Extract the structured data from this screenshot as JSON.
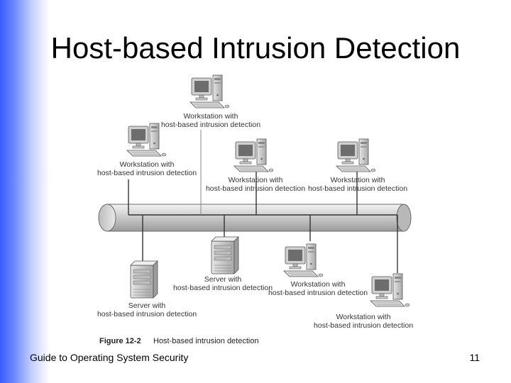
{
  "slide": {
    "title": "Host-based Intrusion Detection",
    "footer_left": "Guide to Operating System Security",
    "page_number": "11"
  },
  "figure": {
    "caption_number": "Figure 12-2",
    "caption_text": "Host-based intrusion detection",
    "nodes": [
      {
        "kind": "workstation",
        "line1": "Workstation with",
        "line2": "host-based intrusion detection"
      },
      {
        "kind": "workstation",
        "line1": "Workstation with",
        "line2": "host-based intrusion detection"
      },
      {
        "kind": "workstation",
        "line1": "Workstation with",
        "line2": "host-based intrusion detection"
      },
      {
        "kind": "workstation",
        "line1": "Workstation with",
        "line2": "host-based intrusion detection"
      },
      {
        "kind": "server",
        "line1": "Server with",
        "line2": "host-based intrusion detection"
      },
      {
        "kind": "server",
        "line1": "Server with",
        "line2": "host-based intrusion detection"
      },
      {
        "kind": "workstation",
        "line1": "Workstation with",
        "line2": "host-based intrusion detection"
      },
      {
        "kind": "workstation",
        "line1": "Workstation with",
        "line2": "host-based intrusion detection"
      }
    ]
  }
}
